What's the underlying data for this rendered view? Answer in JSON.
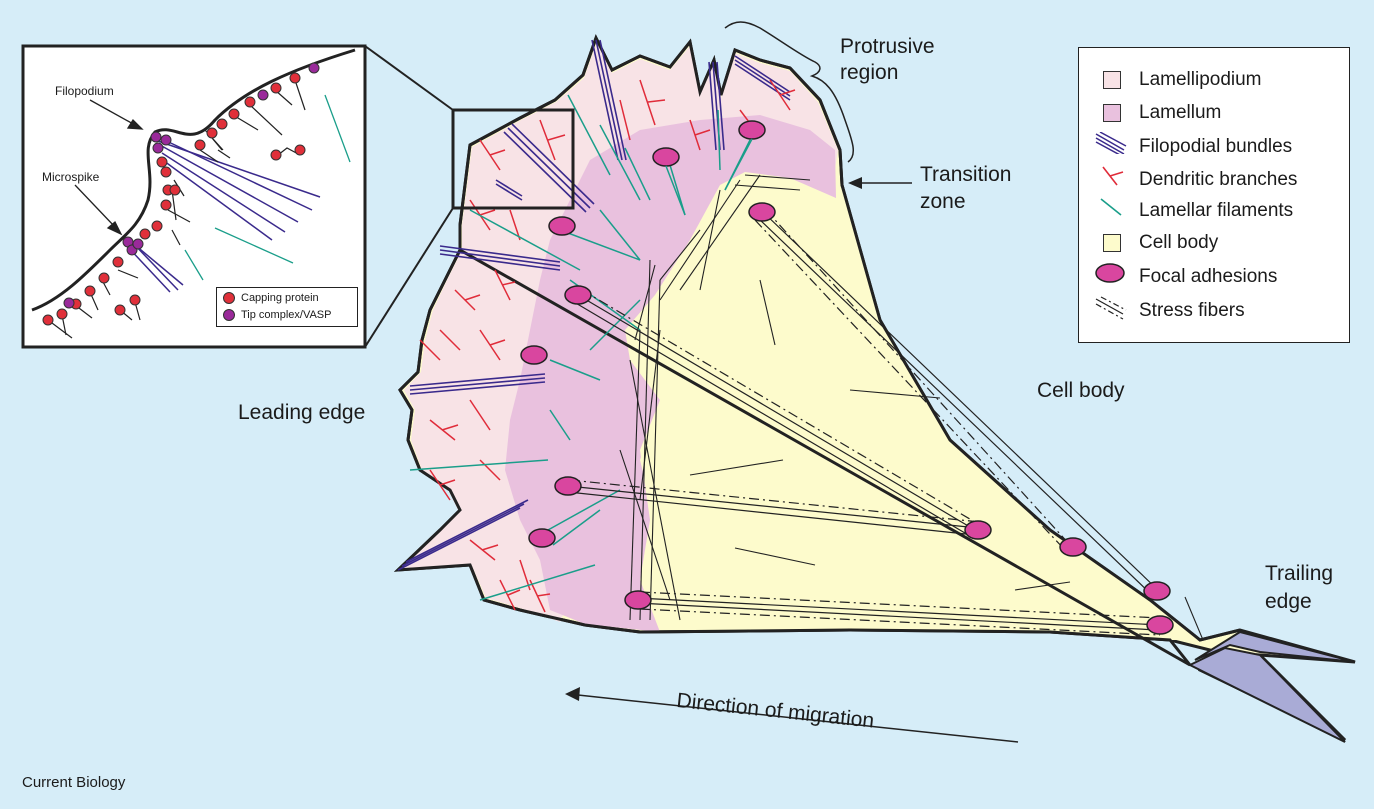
{
  "labels": {
    "protrusive_region": [
      "Protrusive",
      "region"
    ],
    "transition_zone": [
      "Transition",
      "zone"
    ],
    "cell_body": "Cell body",
    "leading_edge": "Leading edge",
    "trailing_edge": [
      "Trailing",
      "edge"
    ],
    "direction": "Direction of migration",
    "filopodium": "Filopodium",
    "microspike": "Microspike",
    "credit": "Current Biology"
  },
  "legend": [
    {
      "label": "Lamellipodium",
      "icon": "square-icon",
      "color": "#f8e3e6"
    },
    {
      "label": "Lamellum",
      "icon": "square-icon",
      "color": "#e9c1de"
    },
    {
      "label": "Filopodial bundles",
      "icon": "parallel-lines-icon",
      "color": "#3a2a8c"
    },
    {
      "label": "Dendritic branches",
      "icon": "branch-icon",
      "color": "#e02c3a"
    },
    {
      "label": "Lamellar filaments",
      "icon": "line-icon",
      "color": "#1a9e8a"
    },
    {
      "label": "Cell body",
      "icon": "square-icon",
      "color": "#fdfbcc"
    },
    {
      "label": "Focal adhesions",
      "icon": "ellipse-icon",
      "color": "#d9469f"
    },
    {
      "label": "Stress fibers",
      "icon": "dashed-lines-icon",
      "color": "#222222"
    }
  ],
  "inset_key": [
    {
      "label": "Capping protein",
      "color": "#e0303a"
    },
    {
      "label": "Tip complex/VASP",
      "color": "#9a2a9a"
    }
  ],
  "colors": {
    "background": "#d6edf8",
    "lamellipodium": "#f8e3e6",
    "lamellum": "#e9c1de",
    "cell_body": "#fdfbcc",
    "trailing": "#a9abd6",
    "filopodia": "#3a2a8c",
    "dendritic": "#e02c3a",
    "lamellar": "#1a9e8a",
    "adhesion": "#d9469f",
    "outline": "#222222"
  }
}
